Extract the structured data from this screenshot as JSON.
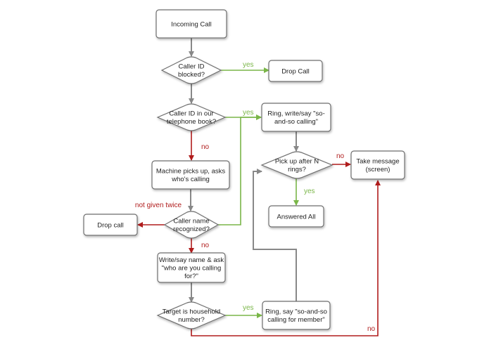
{
  "colors": {
    "yes": "#7ab648",
    "no": "#b01c1c",
    "neutral": "#888888",
    "node_stroke": "#6e6e6e"
  },
  "nodes": [
    {
      "id": "incoming-call",
      "shape": "box",
      "lines": [
        "Incoming Call"
      ]
    },
    {
      "id": "caller-id-blocked",
      "shape": "diamond",
      "lines": [
        "Caller ID",
        "blocked?"
      ]
    },
    {
      "id": "drop-call-1",
      "shape": "box",
      "lines": [
        "Drop Call"
      ]
    },
    {
      "id": "caller-id-in-book",
      "shape": "diamond",
      "lines": [
        "Caller ID in our",
        "telephone book?"
      ]
    },
    {
      "id": "ring-write-say",
      "shape": "box",
      "lines": [
        "Ring, write/say \"so-",
        "and-so calling\""
      ]
    },
    {
      "id": "pick-up-after-n",
      "shape": "diamond",
      "lines": [
        "Pick up after N",
        "rings?"
      ]
    },
    {
      "id": "take-message",
      "shape": "box",
      "lines": [
        "Take message",
        "(screen)"
      ]
    },
    {
      "id": "answered-all",
      "shape": "box",
      "lines": [
        "Answered All"
      ]
    },
    {
      "id": "machine-picks-up",
      "shape": "box",
      "lines": [
        "Machine picks up, asks",
        "who's calling"
      ]
    },
    {
      "id": "drop-call-2",
      "shape": "box",
      "lines": [
        "Drop call"
      ]
    },
    {
      "id": "caller-name-recognized",
      "shape": "diamond",
      "lines": [
        "Caller name",
        "recognized?"
      ]
    },
    {
      "id": "write-say-name",
      "shape": "box",
      "lines": [
        "Write/say name & ask",
        "\"who are you calling",
        "for?\""
      ]
    },
    {
      "id": "target-household",
      "shape": "diamond",
      "lines": [
        "Target is household",
        "number?"
      ]
    },
    {
      "id": "ring-say-member",
      "shape": "box",
      "lines": [
        "Ring, say \"so-and-so",
        "calling for member\""
      ]
    }
  ],
  "edges": [
    {
      "id": "incoming-to-blocked",
      "kind": "neutral",
      "label": ""
    },
    {
      "id": "blocked-yes-drop",
      "kind": "yes",
      "label": "yes"
    },
    {
      "id": "blocked-to-book",
      "kind": "neutral",
      "label": ""
    },
    {
      "id": "book-yes-ring",
      "kind": "yes",
      "label": "yes"
    },
    {
      "id": "book-no-machine",
      "kind": "no",
      "label": "no"
    },
    {
      "id": "ring-to-pickup",
      "kind": "neutral",
      "label": ""
    },
    {
      "id": "pickup-no-message",
      "kind": "no",
      "label": "no"
    },
    {
      "id": "pickup-yes-answered",
      "kind": "yes",
      "label": "yes"
    },
    {
      "id": "machine-to-recognized",
      "kind": "neutral",
      "label": ""
    },
    {
      "id": "recognized-twice-drop",
      "kind": "no",
      "label": "not given twice"
    },
    {
      "id": "recognized-yes-ring",
      "kind": "yes",
      "label": ""
    },
    {
      "id": "recognized-no-write",
      "kind": "no",
      "label": "no"
    },
    {
      "id": "write-to-target",
      "kind": "neutral",
      "label": ""
    },
    {
      "id": "target-yes-member",
      "kind": "yes",
      "label": "yes"
    },
    {
      "id": "member-loop-pickup",
      "kind": "neutral",
      "label": ""
    },
    {
      "id": "target-no-message",
      "kind": "no",
      "label": "no"
    }
  ]
}
